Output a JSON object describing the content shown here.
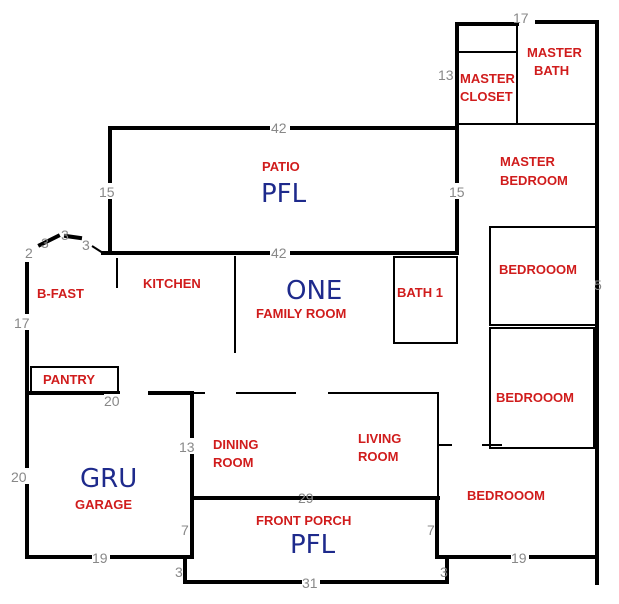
{
  "rooms": {
    "master_bath": [
      "MASTER",
      "BATH"
    ],
    "master_closet": [
      "MASTER",
      "CLOSET"
    ],
    "patio": "PATIO",
    "patio_code": "PFL",
    "master_bedroom": [
      "MASTER",
      "BEDROOM"
    ],
    "kitchen": "KITCHEN",
    "bfast": "B-FAST",
    "one": "ONE",
    "family_room": "FAMILY ROOM",
    "bath1": "BATH 1",
    "bedroom_a": "BEDROOOM",
    "bedroom_b": "BEDROOOM",
    "bedroom_c": "BEDROOOM",
    "pantry": "PANTRY",
    "dining": [
      "DINING",
      "ROOM"
    ],
    "living": [
      "LIVING",
      "ROOM"
    ],
    "gru": "GRU",
    "garage": "GARAGE",
    "front_porch": "FRONT PORCH",
    "porch_code": "PFL"
  },
  "dimensions": {
    "master_top": "17",
    "closet_side": "13",
    "patio_top": "42",
    "patio_bottom": "42",
    "patio_left": "15",
    "patio_right": "15",
    "bay_1": "2",
    "bay_2": "3",
    "bay_3": "3",
    "bay_4": "3",
    "bfast_left": "17",
    "right_side": "5",
    "pantry_bottom": "20",
    "garage_left": "20",
    "dining_left": "13",
    "porch_top": "29",
    "porch_left": "7",
    "porch_right": "7",
    "garage_bottom": "19",
    "bedroom_bottom": "19",
    "porch_step_left": "3",
    "porch_step_right": "3",
    "porch_bottom": "31"
  },
  "colors": {
    "room_label": "#d01c1c",
    "code_label": "#1e2a8c",
    "dimension": "#888888",
    "wall": "#000000"
  }
}
